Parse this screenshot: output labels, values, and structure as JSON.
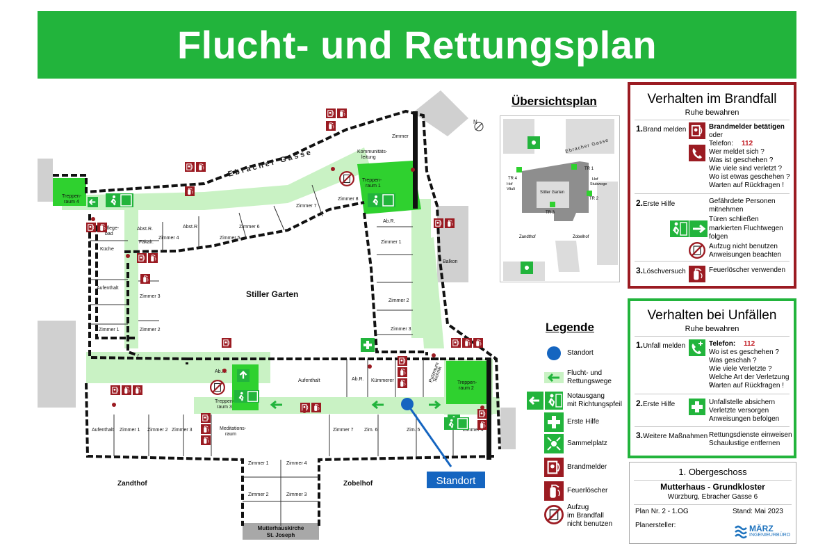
{
  "title": "Flucht- und Rettungsplan",
  "map": {
    "street": "Ebracher Gasse",
    "garden": "Stiller Garten",
    "zandthof": "Zandthof",
    "zobelhof": "Zobelhof",
    "church_line1": "Mutterhauskirche",
    "church_line2": "St. Joseph",
    "standort_label": "Standort",
    "north": "N",
    "rooms": {
      "treppenraum4": [
        "Treppen-",
        "raum 4"
      ],
      "treppenraum1": [
        "Treppen-",
        "raum 1"
      ],
      "treppenraum3": [
        "Treppen-",
        "raum 3"
      ],
      "treppenraum2": [
        "Treppen-",
        "raum 2"
      ],
      "pflegebad": [
        "Pflege-",
        "bad"
      ],
      "absr1": "Abst.R.",
      "absr2": "Abst.R",
      "fakalr": "Fäkalr.",
      "kueche": "Küche",
      "zimmer4": "Zimmer 4",
      "zimmer5": "Zimmer 5",
      "zimmer6": "Zimmer 6",
      "zimmer7": "Zimmer 7",
      "zimmer8": "Zimmer 8",
      "zimmer": "Zimmer",
      "komm": [
        "Kommunitäts-",
        "leitung"
      ],
      "aufenthalt_left": "Aufenthalt",
      "zimmer3_left": "Zimmer 3",
      "zimmer1_left": "Zimmer 1",
      "zimmer2_left": "Zimmer 2",
      "abr_east": "Ab.R.",
      "zimmer1_east": "Zimmer 1",
      "zimmer2_east": "Zimmer 2",
      "zimmer3_east": "Zimmer 3",
      "balkon": "Balkon",
      "abr_south": "Ab.R.",
      "aufenthalt_south": "Aufenthalt",
      "abr_south2": "Ab.R.",
      "kuemmerer": "Kümmerer",
      "putzraum": [
        "Putzraum",
        "Technik"
      ],
      "aufenthalt_sw": "Aufenthalt",
      "zimmer1_s": "Zimmer 1",
      "zimmer2_s": "Zimmer 2",
      "zimmer3_s": "Zimmer 3",
      "meditation": [
        "Meditations-",
        "raum"
      ],
      "zimmer7_s": "Zimmer 7",
      "zim6": "Zim. 6",
      "zim5": "Zim. 5",
      "zimmer4_s": "Zimmer 4",
      "zimmer1_w": "Zimmer 1",
      "zimmer4_w": "Zimmer 4",
      "zimmer2_w": "Zimmer 2",
      "zimmer3_w": "Zimmer 3"
    }
  },
  "overview": {
    "title": "Übersichtsplan",
    "street": "Ebracher Gasse",
    "tr1": "TR 1",
    "tr2": "TR 2",
    "tr3": "TR 3",
    "tr4": "TR 4",
    "hof_vituli": [
      "Hof",
      "Vituli"
    ],
    "hof_stubwoge": [
      "Hof",
      "Stubwoge"
    ],
    "garden": "Stiller Garten",
    "zandthof": "Zandthof",
    "zobelhof": "Zobelhof"
  },
  "legend": {
    "title": "Legende",
    "items": [
      {
        "icon": "standort-dot-icon",
        "lines": [
          "Standort"
        ]
      },
      {
        "icon": "escape-route-arrow-icon",
        "lines": [
          "Flucht- und",
          "Rettungswege"
        ]
      },
      {
        "icon": "emergency-exit-icon",
        "lines": [
          "Notausgang",
          "mit Richtungspfeil"
        ]
      },
      {
        "icon": "first-aid-icon",
        "lines": [
          "Erste Hilfe"
        ]
      },
      {
        "icon": "assembly-point-icon",
        "lines": [
          "Sammelplatz"
        ]
      },
      {
        "icon": "fire-alarm-icon",
        "lines": [
          "Brandmelder"
        ]
      },
      {
        "icon": "fire-extinguisher-icon",
        "lines": [
          "Feuerlöscher"
        ]
      },
      {
        "icon": "no-elevator-icon",
        "lines": [
          "Aufzug",
          "im Brandfall",
          "nicht benutzen"
        ]
      }
    ]
  },
  "fire": {
    "title": "Verhalten im Brandfall",
    "subtitle": "Ruhe bewahren",
    "s1_num": "1.",
    "s1_label": "Brand melden",
    "s1_lines": [
      "Brandmelder betätigen",
      "oder",
      "Telefon:",
      "112",
      "Wer meldet sich ?",
      "Was ist geschehen ?",
      "Wie viele sind verletzt ?",
      "Wo ist etwas geschehen ?",
      "Warten auf Rückfragen !"
    ],
    "s2_num": "2.",
    "s2_label": "Erste Hilfe",
    "s2_lines": [
      "Gefährdete Personen",
      "mitnehmen",
      "Türen schließen",
      "markierten Fluchtwegen",
      "folgen",
      "Aufzug nicht benutzen",
      "Anweisungen beachten"
    ],
    "s3_num": "3.",
    "s3_label": "Löschversuch",
    "s3_lines": [
      "Feuerlöscher verwenden"
    ]
  },
  "accident": {
    "title": "Verhalten bei Unfällen",
    "subtitle": "Ruhe bewahren",
    "s1_num": "1.",
    "s1_label": "Unfall melden",
    "s1_lines": [
      "Telefon:",
      "112",
      "Wo ist es geschehen ?",
      "Was geschah ?",
      "Wie viele Verletzte ?",
      "Welche Art der Verletzung ?",
      "Warten auf Rückfragen !"
    ],
    "s2_num": "2.",
    "s2_label": "Erste Hilfe",
    "s2_lines": [
      "Unfallstelle absichern",
      "Verletzte versorgen",
      "Anweisungen befolgen"
    ],
    "s3_num": "3.",
    "s3_label": "Weitere Maßnahmen",
    "s3_lines": [
      "Rettungsdienste einweisen",
      "Schaulustige entfernen"
    ]
  },
  "info": {
    "floor": "1. Obergeschoss",
    "building": "Mutterhaus - Grundkloster",
    "address": "Würzburg, Ebracher Gasse 6",
    "plan_nr": "Plan Nr. 2 - 1.OG",
    "stand": "Stand: Mai 2023",
    "planer": "Planersteller:",
    "logo_line1": "MÄRZ",
    "logo_line2": "INGENIEURBÜRO"
  },
  "colors": {
    "green": "#22b43c",
    "route": "#c9f2c4",
    "red": "#9b1b22",
    "blue": "#1565c0",
    "wall": "#111111"
  }
}
